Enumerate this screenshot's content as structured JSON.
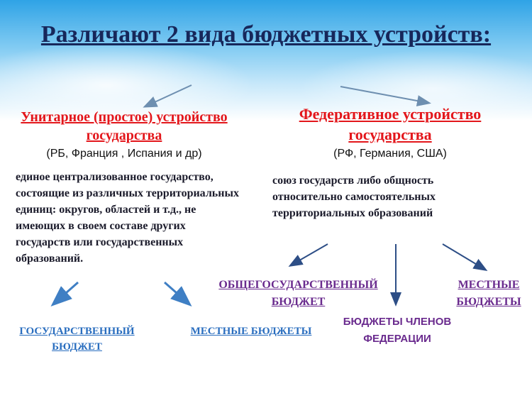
{
  "title": "Различают 2 вида бюджетных устройств:",
  "unitary": {
    "heading": "Унитарное (простое) устройство государства",
    "examples": "(РБ, Франция , Испания и др)",
    "definition": "единое централизованное государство, состоящие из различных территориальных единиц: округов, областей и т.д., не имеющих в своем составе других государств или государственных образований.",
    "budgets": [
      "ГОСУДАРСТВЕННЫЙ БЮДЖЕТ",
      "МЕСТНЫЕ БЮДЖЕТЫ"
    ]
  },
  "federal": {
    "heading": "Федеративное устройство государства",
    "examples": "(РФ, Германия, США)",
    "definition": "союз государств либо общность относительно самостоятельных территориальных образований",
    "budgets": [
      "ОБЩЕГОСУДАРСТВЕННЫЙ БЮДЖЕТ",
      "БЮДЖЕТЫ ЧЛЕНОВ ФЕДЕРАЦИИ",
      "МЕСТНЫЕ БЮДЖЕТЫ"
    ]
  },
  "colors": {
    "title": "#17275a",
    "heading_red": "#e3161b",
    "link_blue": "#2a6ebf",
    "link_purple": "#6a2b8e",
    "arrow_blue": "#3f7fc4",
    "arrow_dark": "#2d4e86"
  }
}
